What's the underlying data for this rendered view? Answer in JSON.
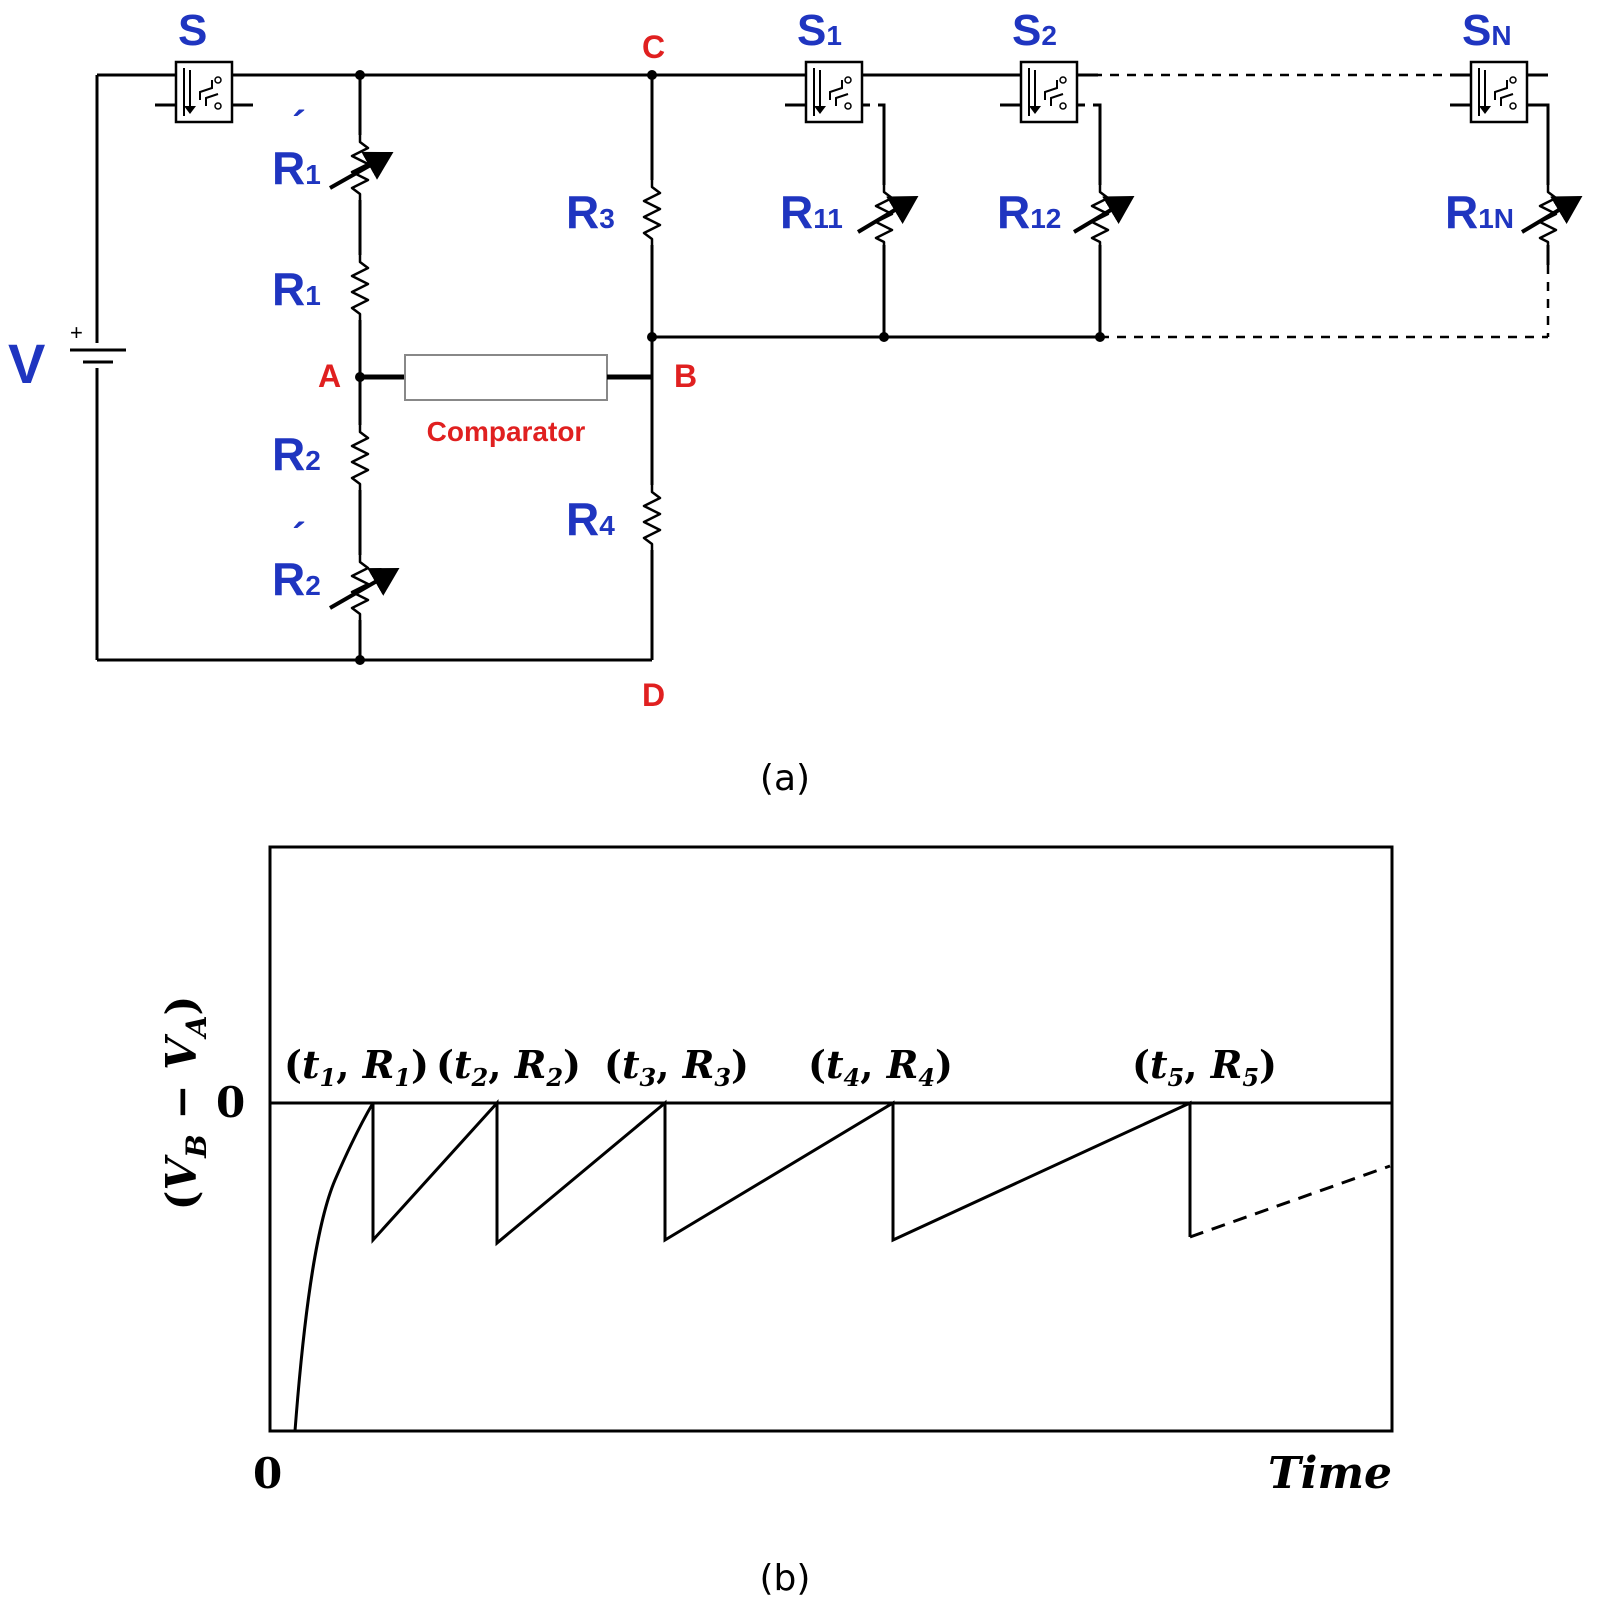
{
  "circuit": {
    "source": {
      "label": "V",
      "polarity": "+"
    },
    "switches": [
      {
        "base": "S",
        "sub": ""
      },
      {
        "base": "S",
        "sub": "1"
      },
      {
        "base": "S",
        "sub": "2"
      },
      {
        "base": "S",
        "sub": "N"
      }
    ],
    "resistors": {
      "r1p": {
        "base": "R",
        "sub": "1",
        "prime": "´"
      },
      "r1": {
        "base": "R",
        "sub": "1"
      },
      "r2": {
        "base": "R",
        "sub": "2"
      },
      "r2p": {
        "base": "R",
        "sub": "2",
        "prime": "´"
      },
      "r3": {
        "base": "R",
        "sub": "3"
      },
      "r4": {
        "base": "R",
        "sub": "4"
      },
      "r11": {
        "base": "R",
        "sub": "11"
      },
      "r12": {
        "base": "R",
        "sub": "12"
      },
      "r1n": {
        "base": "R",
        "sub": "1N"
      }
    },
    "nodes": {
      "a": "A",
      "b": "B",
      "c": "C",
      "d": "D"
    },
    "comparator": "Comparator",
    "caption": "(a)"
  },
  "plot": {
    "caption": "(b)",
    "ylabel": {
      "open": "(",
      "v1": "V",
      "s1": "B",
      "minus": " − ",
      "v2": "V",
      "s2": "A",
      "close": ")"
    },
    "xlabel": "Time",
    "x_origin_label": "0",
    "y_zero_label": "0",
    "points": [
      {
        "t": "t",
        "ts": "1",
        "r": "R",
        "rs": "1"
      },
      {
        "t": "t",
        "ts": "2",
        "r": "R",
        "rs": "2"
      },
      {
        "t": "t",
        "ts": "3",
        "r": "R",
        "rs": "3"
      },
      {
        "t": "t",
        "ts": "4",
        "r": "R",
        "rs": "4"
      },
      {
        "t": "t",
        "ts": "5",
        "r": "R",
        "rs": "5"
      }
    ]
  }
}
